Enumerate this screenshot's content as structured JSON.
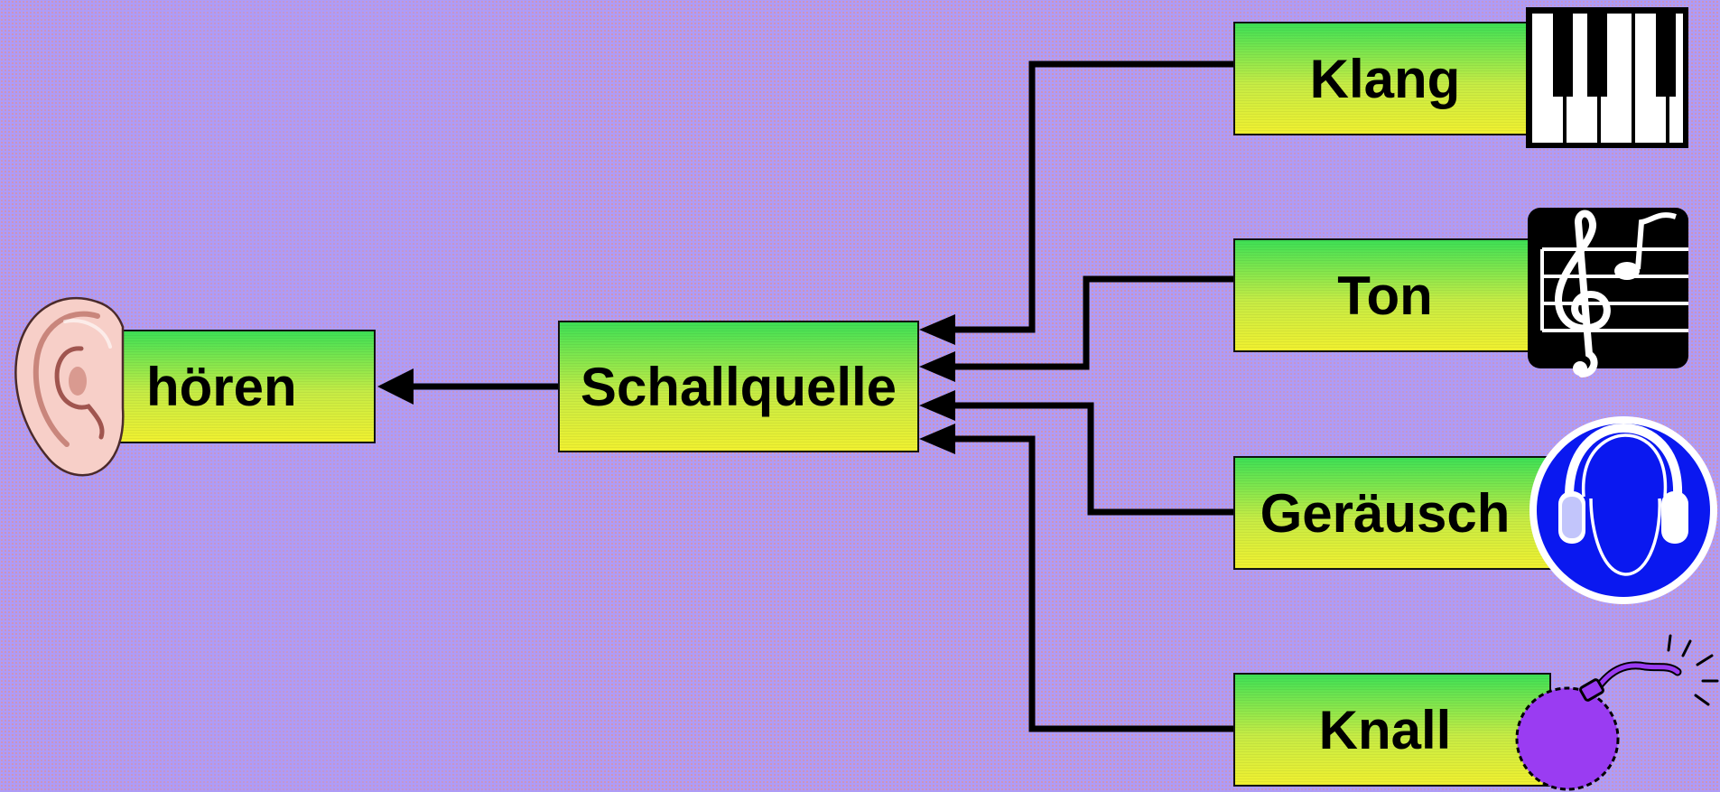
{
  "nodes": {
    "hoeren": "hören",
    "schallquelle": "Schallquelle",
    "klang": "Klang",
    "ton": "Ton",
    "geraeusch": "Geräusch",
    "knall": "Knall"
  },
  "icons": {
    "ear": "ear-icon",
    "piano": "piano-keys-icon",
    "music": "music-notation-icon",
    "hearing_protection": "hearing-protection-icon",
    "bomb": "bomb-icon"
  },
  "colors": {
    "background": "#ae9cf8",
    "box_top": "#3ee055",
    "box_bottom": "#f0f030",
    "sign_blue": "#0a18f0",
    "bomb": "#9a3cf2"
  }
}
